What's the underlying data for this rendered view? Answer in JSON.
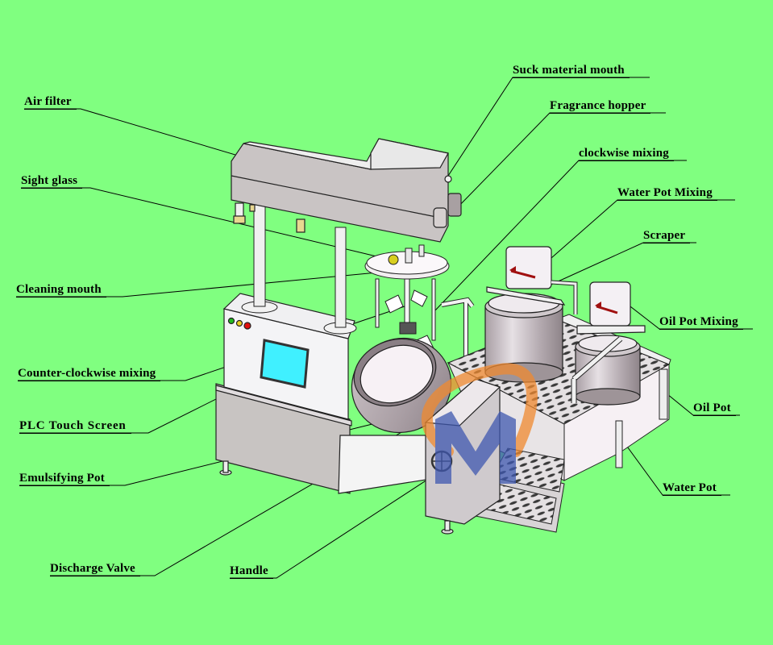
{
  "diagram": {
    "subject": "Vacuum emulsifying mixer machine",
    "background_color": "#80ff80",
    "watermark": "M logo (orange swoosh, blue M)",
    "labels": {
      "air_filter": "Air filter",
      "sight_glass": "Sight glass",
      "cleaning_mouth": "Cleaning mouth",
      "counter_clockwise_mixing": "Counter-clockwise mixing",
      "plc_touch_screen": "PLC Touch Screen",
      "emulsifying_pot": "Emulsifying Pot",
      "discharge_valve": "Discharge Valve",
      "handle": "Handle",
      "suck_material_mouth": "Suck material mouth",
      "fragrance_hopper": "Fragrance hopper",
      "clockwise_mixing": "clockwise mixing",
      "water_pot_mixing": "Water Pot Mixing",
      "scraper": "Scraper",
      "oil_pot_mixing": "Oil Pot Mixing",
      "oil_pot": "Oil Pot",
      "water_pot": "Water Pot"
    },
    "indicator_lights": [
      "green",
      "yellow",
      "red"
    ]
  }
}
